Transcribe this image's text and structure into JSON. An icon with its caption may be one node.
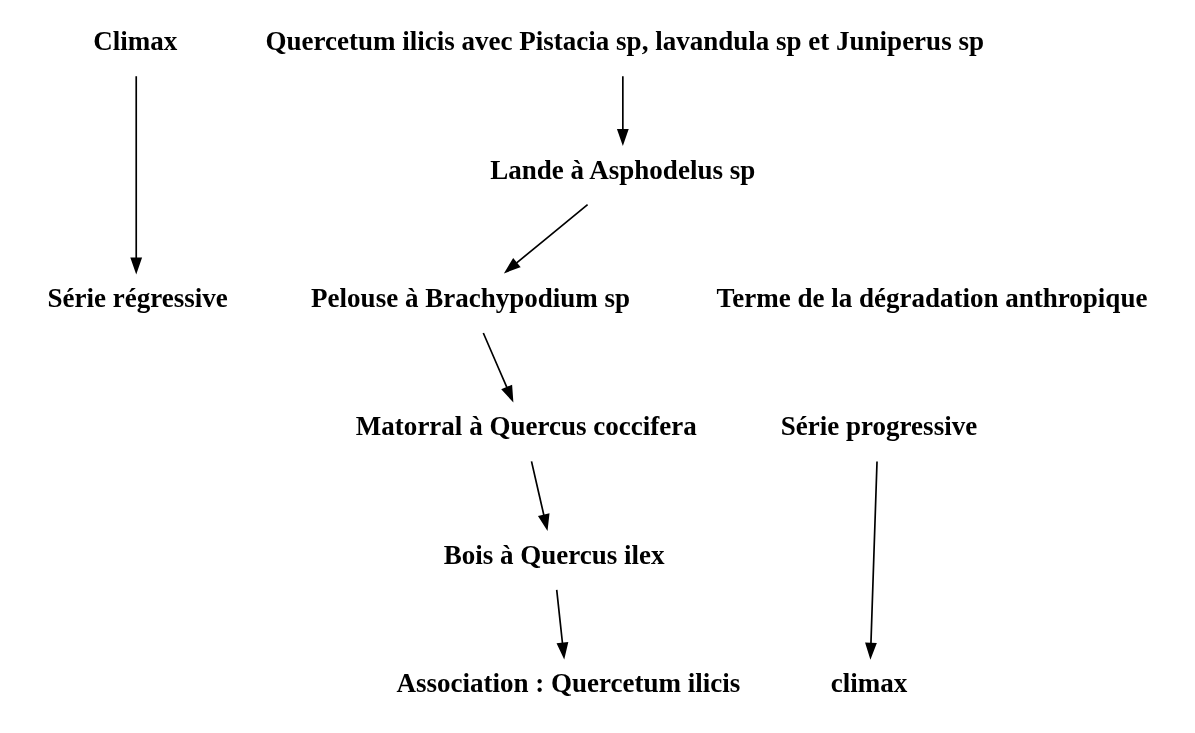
{
  "diagram": {
    "nodes": [
      {
        "text": [
          "Climax"
        ]
      },
      {
        "text": [
          "Quercetum ilicis avec Pistacia sp, lavandula sp et Juniperus sp"
        ]
      },
      {
        "text": [
          "Lande à Asphodelus sp"
        ]
      },
      {
        "text": [
          "Série régressive"
        ]
      },
      {
        "text": [
          "Pelouse à Brachypodium sp"
        ]
      },
      {
        "text": [
          "Série progressive"
        ]
      },
      {
        "text": [
          "Matorral à Quercus coccifera"
        ]
      },
      {
        "text": [
          "Bois à Quercus ilex"
        ]
      },
      {
        "text": [
          "Association : Quercetum ilicis"
        ]
      },
      {
        "text": [
          "climax"
        ]
      }
    ],
    "edges": [
      {
        "from": 0,
        "to": 3,
        "arrow": "to"
      },
      {
        "from": 1,
        "to": 2,
        "arrow": "to"
      },
      {
        "from": 2,
        "to": 4,
        "arrow": "to"
      },
      {
        "from": 4,
        "to": 6,
        "arrow": "to"
      },
      {
        "from": 6,
        "to": 7,
        "arrow": "to"
      },
      {
        "from": 7,
        "to": 8,
        "arrow": "to"
      },
      {
        "from": 5,
        "to": 9,
        "arrow": "to"
      }
    ],
    "labels": [
      "Terme de la dégradation anthropique"
    ]
  }
}
